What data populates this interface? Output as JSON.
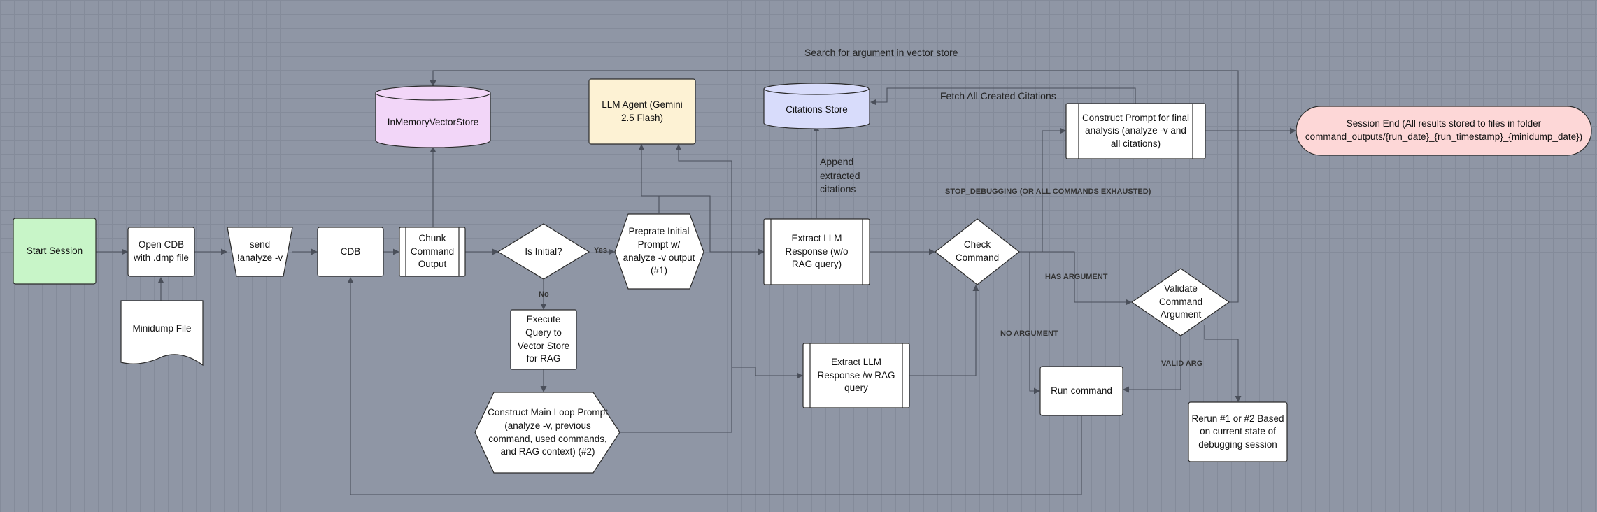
{
  "nodes": {
    "start": "Start Session",
    "open_cdb": "Open CDB with .dmp file",
    "minidump": "Minidump File",
    "send_analyze": "send !analyze -v",
    "cdb": "CDB",
    "chunk": "Chunk Command Output",
    "is_initial": "Is Initial?",
    "prepare_initial": "Preprate Initial Prompt w/ analyze -v output (#1)",
    "execute_query": "Execute Query to Vector Store for RAG",
    "construct_main": "Construct Main Loop Prompt (analyze -v, previous command, used commands, and RAG context) (#2)",
    "vector_store": "InMemoryVectorStore",
    "llm_agent": "LLM Agent (Gemini 2.5 Flash)",
    "citations_store": "Citations Store",
    "extract_no_rag": "Extract LLM Response (w/o RAG query)",
    "extract_rag": "Extract LLM Response /w RAG query",
    "check_command": "Check Command",
    "construct_final": "Construct Prompt for final analysis (analyze -v and all citations)",
    "session_end": "Session End (All results stored to files in folder command_outputs/{run_date}_{run_timestamp}_{minidump_date})",
    "validate": "Validate Command Argument",
    "run_command": "Run command",
    "rerun": "Rerun #1 or #2 Based on current state of debugging session"
  },
  "edges": {
    "search_vector": "Search for argument in vector store",
    "fetch_citations": "Fetch All Created Citations",
    "append_citations": "Append extracted citations",
    "yes": "Yes",
    "no": "No",
    "stop_debugging": "STOP_DEBUGGING (OR ALL COMMANDS EXHAUSTED)",
    "has_argument": "HAS ARGUMENT",
    "no_argument": "NO ARGUMENT",
    "valid_arg": "VALID ARG"
  },
  "colors": {
    "start": "#c8f5c8",
    "vector_store": "#f2d6f8",
    "llm_agent": "#fdf2d4",
    "citations_store": "#d8dcfb",
    "session_end": "#fdd7d7",
    "node": "#ffffff",
    "stroke": "#2b2b2b",
    "edge_line": "#4a4f5a"
  }
}
